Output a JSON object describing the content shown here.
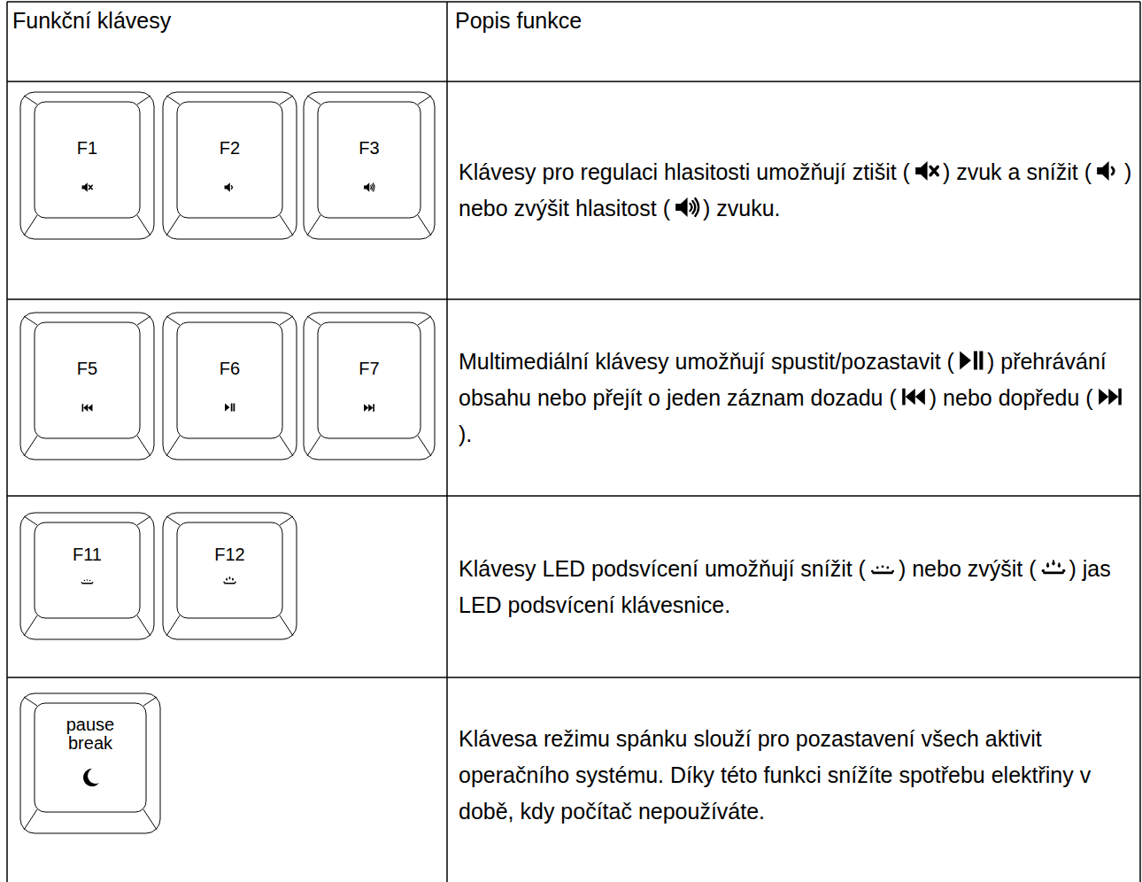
{
  "diagram": {
    "nodes": [
      {
        "text": [
          "F1"
        ]
      },
      {
        "text": [
          "F2"
        ]
      },
      {
        "text": [
          "F3"
        ]
      },
      {
        "text": [
          "F5"
        ]
      },
      {
        "text": [
          "F6"
        ]
      },
      {
        "text": [
          "F7"
        ]
      },
      {
        "text": [
          "F11"
        ]
      },
      {
        "text": [
          "F12"
        ]
      },
      {
        "text": [
          "pause break"
        ]
      }
    ],
    "labels": [
      "Funkční klávesy",
      "Popis funkce",
      "Klávesy pro regulaci hlasitosti umožňují ztišit (",
      ") zvuk a snížit (",
      ") nebo zvýšit hlasitost (",
      ") zvuku.",
      "Multimediální klávesy umožňují spustit/pozastavit (",
      ") přehrávání obsahu nebo přejít o jeden záznam dozadu (",
      ") nebo dopředu (",
      ").",
      "Klávesy LED podsvícení umožňují snížit (",
      ") nebo zvýšit (",
      ") jas LED podsvícení klávesnice.",
      "Klávesa režimu spánku slouží pro pozastavení všech aktivit operačního systému. Díky této funkci snížíte spotřebu elektřiny v době, kdy počítač nepoužíváte."
    ]
  }
}
